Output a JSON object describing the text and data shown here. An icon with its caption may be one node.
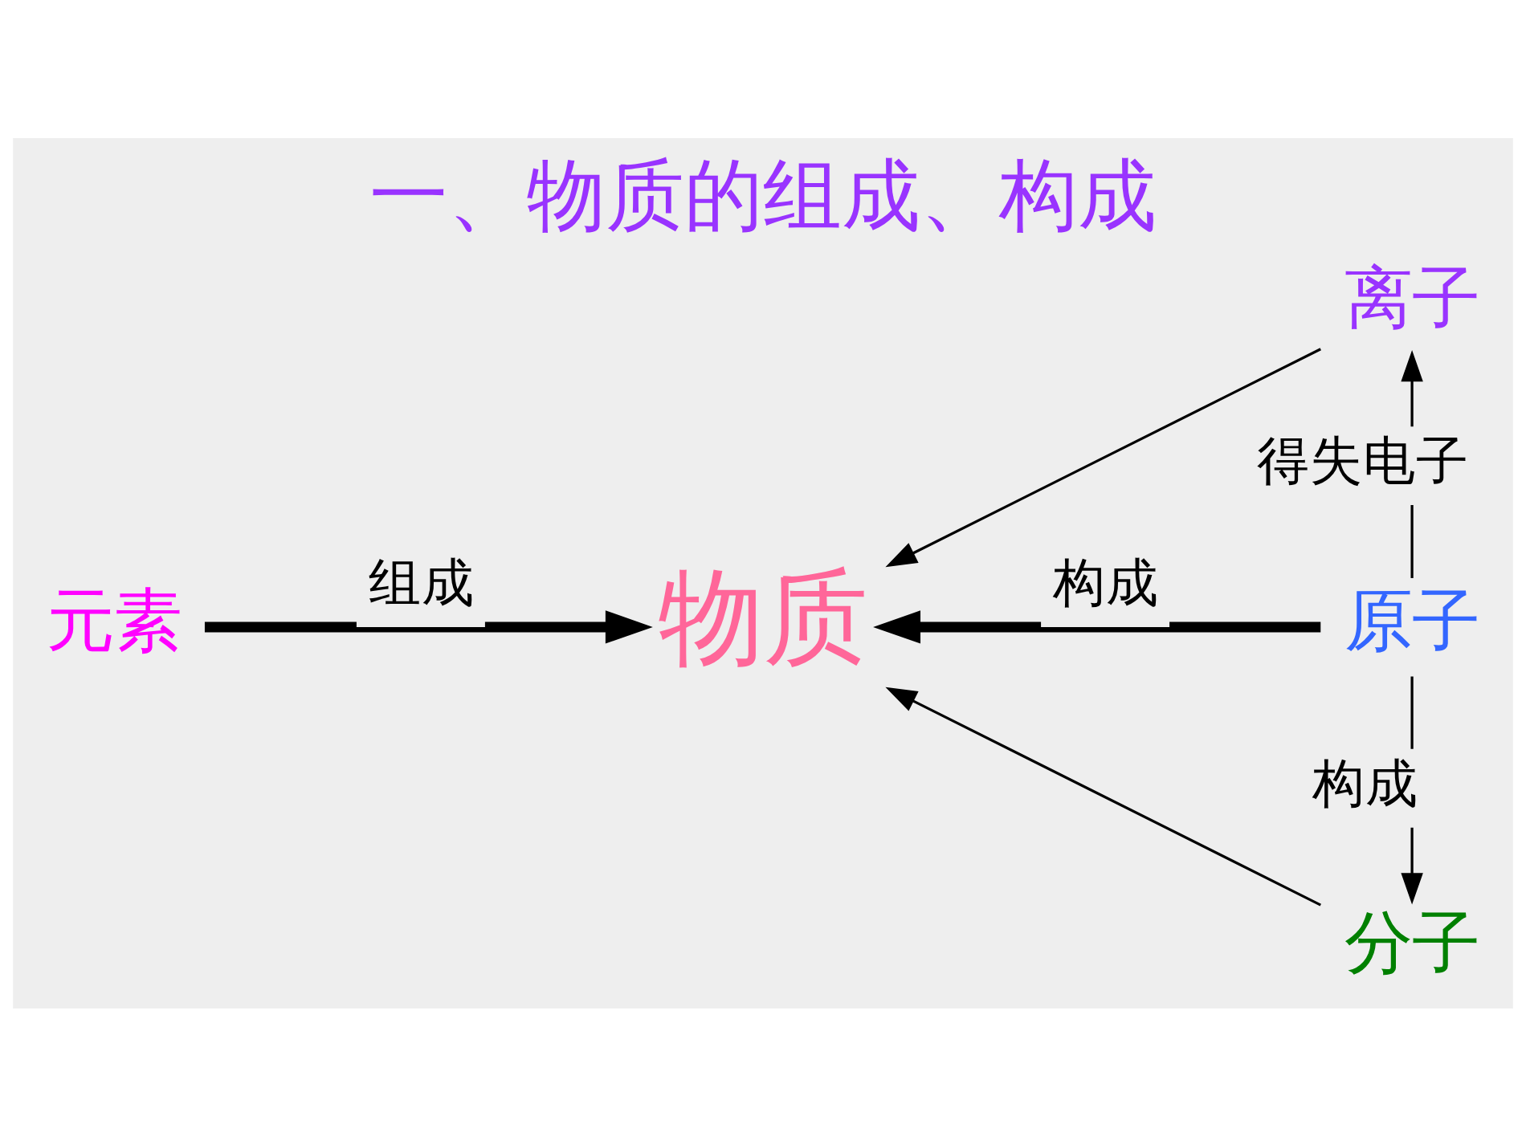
{
  "diagram": {
    "title": "一、物质的组成、构成",
    "nodes": [
      {
        "text": [
          "元素"
        ]
      },
      {
        "text": [
          "物质"
        ]
      },
      {
        "text": [
          "离子"
        ]
      },
      {
        "text": [
          "原子"
        ]
      },
      {
        "text": [
          "分子"
        ]
      }
    ],
    "edges": [
      {
        "from": 0,
        "to": 1,
        "arrow": "to",
        "label": "组成",
        "style": "thick"
      },
      {
        "from": 3,
        "to": 1,
        "arrow": "to",
        "label": "构成",
        "style": "thick"
      },
      {
        "from": 2,
        "to": 1,
        "arrow": "to"
      },
      {
        "from": 4,
        "to": 1,
        "arrow": "to"
      },
      {
        "from": 3,
        "to": 2,
        "arrow": "to",
        "label": "得失电子"
      },
      {
        "from": 3,
        "to": 4,
        "arrow": "to",
        "label": "构成"
      }
    ]
  }
}
